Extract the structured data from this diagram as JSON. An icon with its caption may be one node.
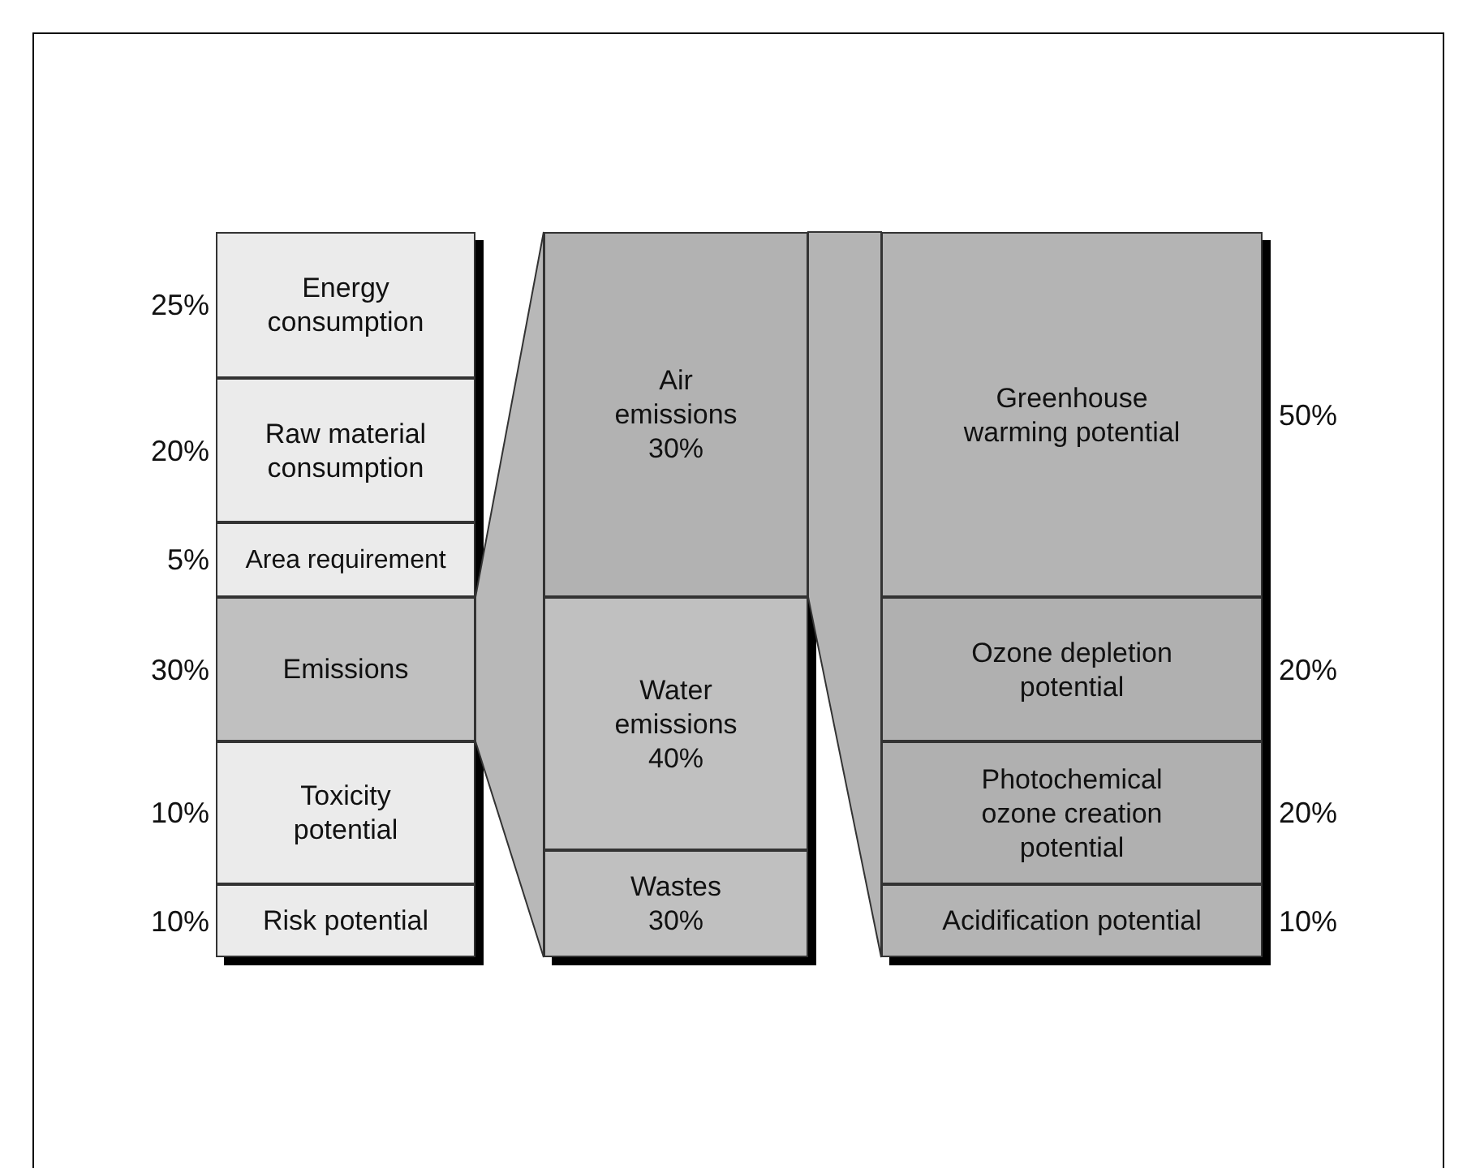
{
  "diagram": {
    "nodes": [
      {
        "text": [
          "Energy consumption"
        ],
        "beside": [
          "25%"
        ]
      },
      {
        "text": [
          "Raw material consumption"
        ],
        "beside": [
          "20%"
        ]
      },
      {
        "text": [
          "Area requirement"
        ],
        "beside": [
          "5%"
        ]
      },
      {
        "text": [
          "Emissions"
        ],
        "beside": [
          "30%"
        ]
      },
      {
        "text": [
          "Toxicity potential"
        ],
        "beside": [
          "10%"
        ]
      },
      {
        "text": [
          "Risk potential"
        ],
        "beside": [
          "10%"
        ]
      },
      {
        "text": [
          "Air emissions",
          "30%"
        ]
      },
      {
        "text": [
          "Water emissions",
          "40%"
        ]
      },
      {
        "text": [
          "Wastes",
          "30%"
        ]
      },
      {
        "text": [
          "Greenhouse warming potential"
        ],
        "beside": [
          "50%"
        ]
      },
      {
        "text": [
          "Ozone depletion potential"
        ],
        "beside": [
          "20%"
        ]
      },
      {
        "text": [
          "Photochemical ozone creation potential"
        ],
        "beside": [
          "20%"
        ]
      },
      {
        "text": [
          "Acidification potential"
        ],
        "beside": [
          "10%"
        ]
      },
      {
        "text": [],
        "shape": "trapezoid"
      },
      {
        "text": [],
        "shape": "trapezoid"
      }
    ]
  }
}
